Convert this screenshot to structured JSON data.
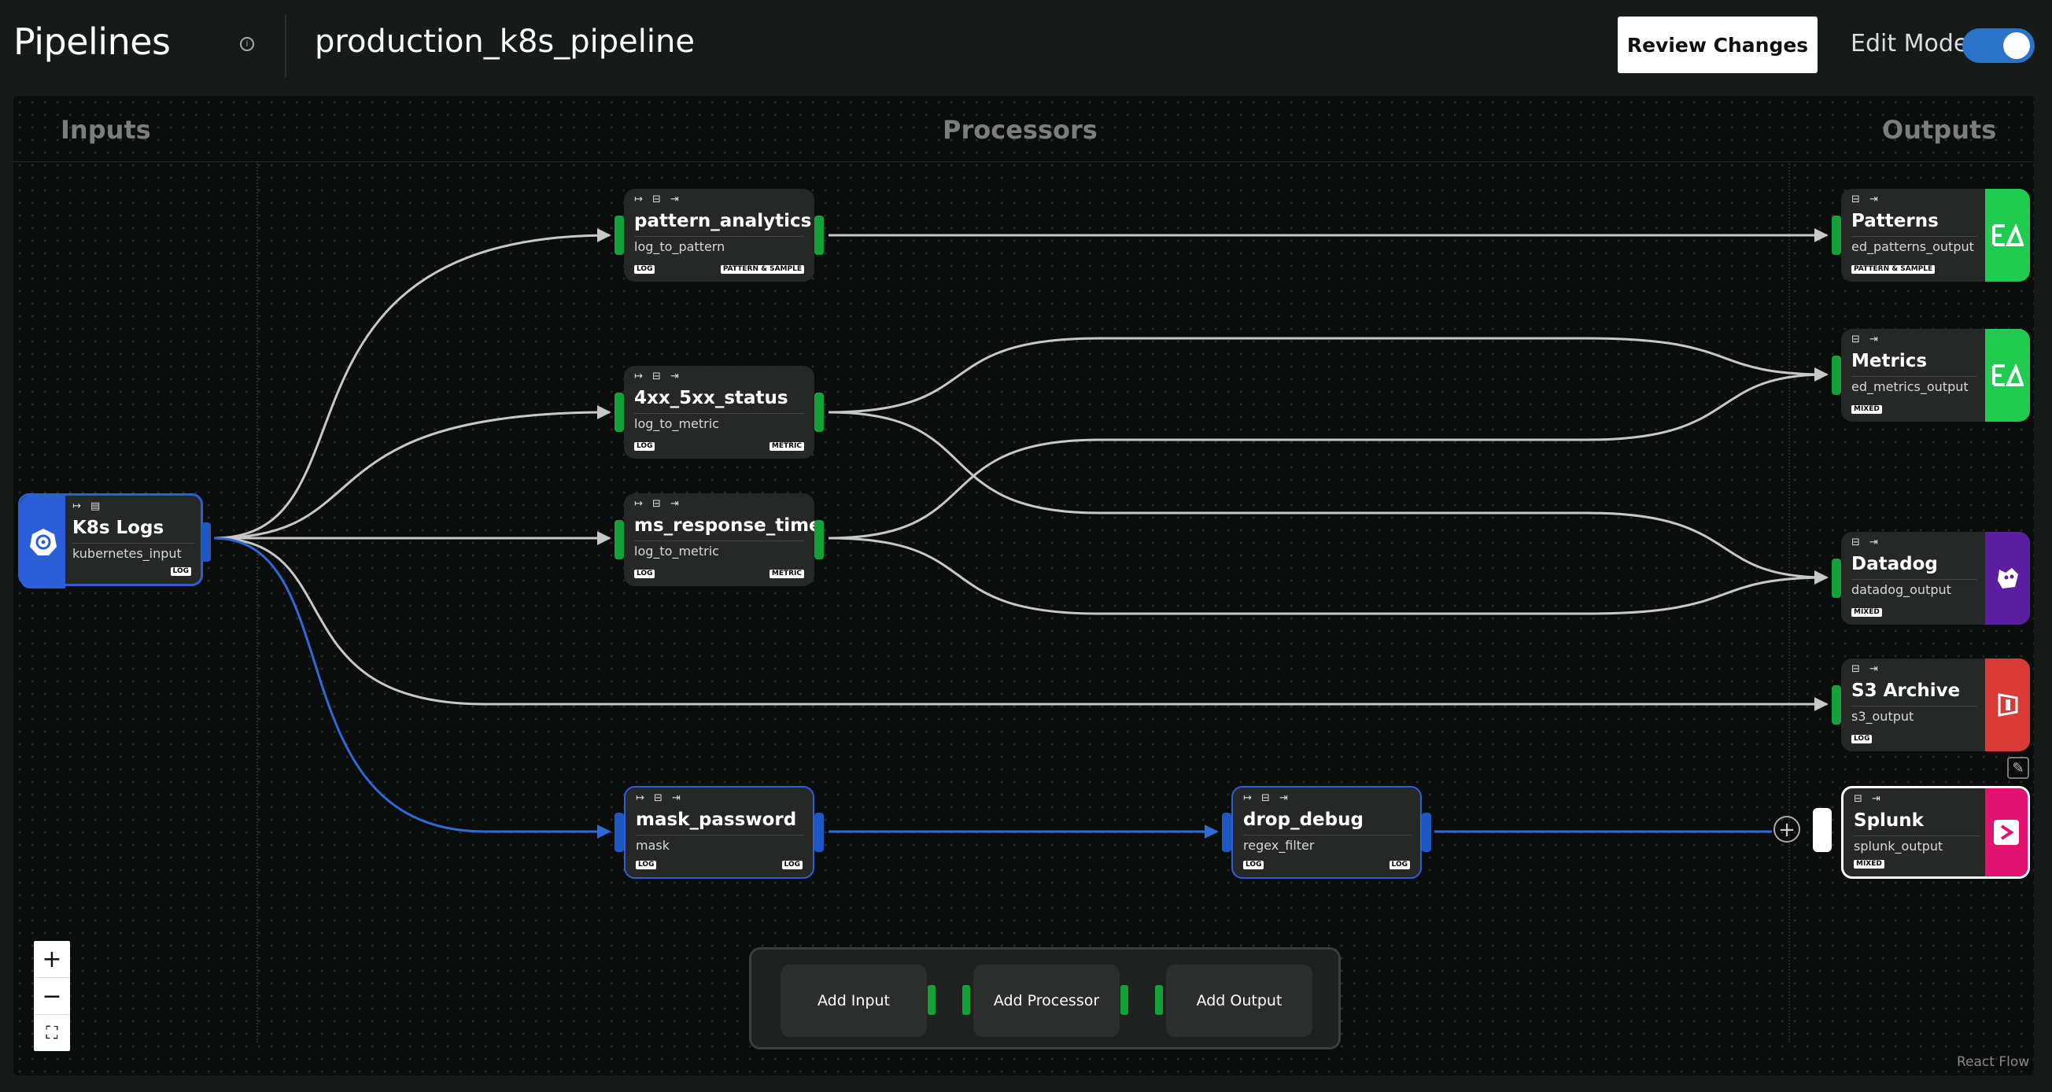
{
  "header": {
    "app_title": "Pipelines",
    "pipeline_name": "production_k8s_pipeline",
    "review_label": "Review Changes",
    "edit_mode_label": "Edit Mode",
    "edit_mode_on": true
  },
  "canvas": {
    "columns": {
      "inputs": "Inputs",
      "processors": "Processors",
      "outputs": "Outputs"
    },
    "attribution": "React Flow"
  },
  "nodes": {
    "k8s": {
      "title": "K8s Logs",
      "sub": "kubernetes_input",
      "tags": [
        "LOG"
      ],
      "icon": "kubernetes-icon",
      "color": "#2a5fd9"
    },
    "pattern": {
      "title": "pattern_analytics",
      "sub": "log_to_pattern",
      "tags": [
        "LOG",
        "PATTERN & SAMPLE"
      ]
    },
    "status": {
      "title": "4xx_5xx_status",
      "sub": "log_to_metric",
      "tags": [
        "LOG",
        "METRIC"
      ]
    },
    "resp": {
      "title": "ms_response_time",
      "sub": "log_to_metric",
      "tags": [
        "LOG",
        "METRIC"
      ]
    },
    "mask": {
      "title": "mask_password",
      "sub": "mask",
      "tags": [
        "LOG",
        "LOG"
      ]
    },
    "drop": {
      "title": "drop_debug",
      "sub": "regex_filter",
      "tags": [
        "LOG",
        "LOG"
      ]
    },
    "patterns_out": {
      "title": "Patterns",
      "sub": "ed_patterns_output",
      "tags": [
        "PATTERN & SAMPLE"
      ],
      "icon": "edgedelta-icon",
      "color": "#1fcc4f"
    },
    "metrics_out": {
      "title": "Metrics",
      "sub": "ed_metrics_output",
      "tags": [
        "MIXED"
      ],
      "icon": "edgedelta-icon",
      "color": "#1fcc4f"
    },
    "datadog": {
      "title": "Datadog",
      "sub": "datadog_output",
      "tags": [
        "MIXED"
      ],
      "icon": "datadog-icon",
      "color": "#5b1ea0"
    },
    "s3": {
      "title": "S3 Archive",
      "sub": "s3_output",
      "tags": [
        "LOG"
      ],
      "icon": "s3-icon",
      "color": "#d93a35"
    },
    "splunk": {
      "title": "Splunk",
      "sub": "splunk_output",
      "tags": [
        "MIXED"
      ],
      "icon": "splunk-icon",
      "color": "#e2136e"
    }
  },
  "toolbar": {
    "add_input": "Add Input",
    "add_processor": "Add Processor",
    "add_output": "Add Output"
  },
  "zoom": {
    "zoom_in": "+",
    "zoom_out": "−",
    "fit": "⛶"
  },
  "colors": {
    "handle_green": "#14a13a",
    "handle_blue": "#1e58c4",
    "edge_grey": "#c8c8c8",
    "edge_blue": "#2e6ad6"
  }
}
